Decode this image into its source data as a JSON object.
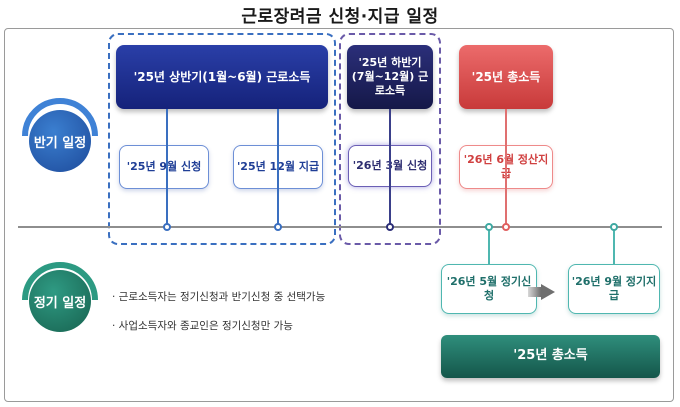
{
  "title": "근로장려금 신청·지급 일정",
  "rows": {
    "half_year": "반기 일정",
    "regular": "정기 일정"
  },
  "half_year": {
    "h1_income": "'25년 상반기(1월~6월) 근로소득",
    "h1_apply": "'25년 9월 신청",
    "h1_pay": "'25년 12월 지급",
    "h2_income_line1": "'25년 하반기",
    "h2_income_line2": "(7월~12월) 근로소득",
    "h2_apply": "'26년 3월 신청",
    "total_income": "'25년 총소득",
    "settle_pay": "'26년 6월 정산지급"
  },
  "regular": {
    "apply": "'26년 5월 정기신청",
    "pay": "'26년 9월 정기지급",
    "total_income": "'25년 총소득",
    "notes": [
      "· 근로소득자는 정기신청과 반기신청 중 선택가능",
      "· 사업소득자와 종교인은 정기신청만 가능"
    ]
  },
  "colors": {
    "navy": "#1f2f95",
    "dark_navy": "#1b1f5a",
    "red": "#e05555",
    "teal": "#2c7d6f",
    "blue_circle": "#2a62b8"
  }
}
